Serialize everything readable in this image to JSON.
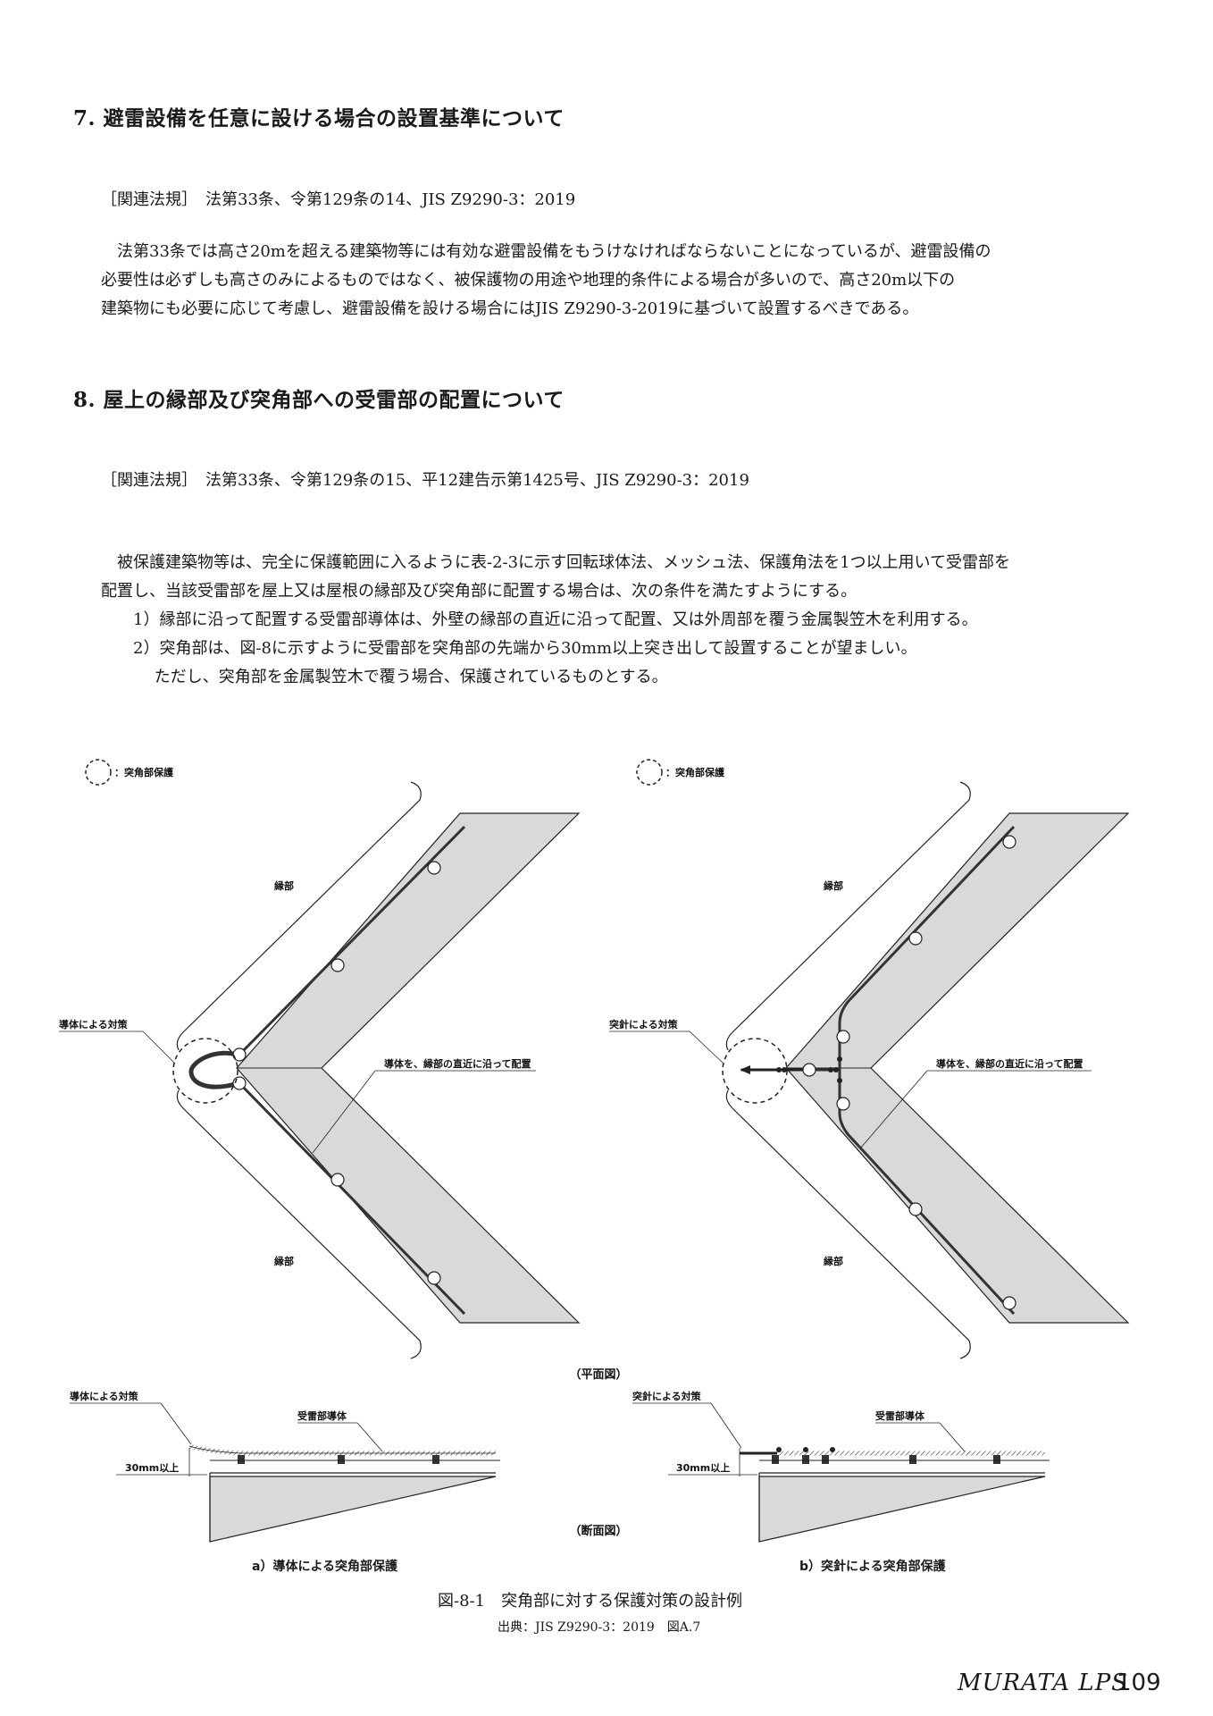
{
  "section7": {
    "heading": "7. 避雷設備を任意に設ける場合の設置基準について",
    "law": "［関連法規］　法第33条、令第129条の14、JIS Z9290-3：2019",
    "lines": [
      "　法第33条では高さ20mを超える建築物等には有効な避雷設備をもうけなければならないことになっているが、避雷設備の",
      "必要性は必ずしも高さのみによるものではなく、被保護物の用途や地理的条件による場合が多いので、高さ20m以下の",
      "建築物にも必要に応じて考慮し、避雷設備を設ける場合にはJIS Z9290-3-2019に基づいて設置するべきである。"
    ]
  },
  "section8": {
    "heading": "8. 屋上の縁部及び突角部への受雷部の配置について",
    "law": "［関連法規］　法第33条、令第129条の15、平12建告示第1425号、JIS Z9290-3：2019",
    "lines": [
      "　被保護建築物等は、完全に保護範囲に入るように表-2-3に示す回転球体法、メッシュ法、保護角法を1つ以上用いて受雷部を",
      "配置し、当該受雷部を屋上又は屋根の縁部及び突角部に配置する場合は、次の条件を満たすようにする。"
    ],
    "items": [
      "1）縁部に沿って配置する受雷部導体は、外壁の縁部の直近に沿って配置、又は外周部を覆う金属製笠木を利用する。",
      "2）突角部は、図-8に示すように受雷部を突角部の先端から30mm以上突き出して設置することが望ましい。",
      "　 ただし、突角部を金属製笠木で覆う場合、保護されているものとする。"
    ]
  },
  "figure": {
    "legend_a": "：突角部保護",
    "legend_b": "：突角部保護",
    "edge_top_a": "縁部",
    "edge_bottom_a": "縁部",
    "edge_top_b": "縁部",
    "edge_bottom_b": "縁部",
    "conductor_measure": "導体による対策",
    "spike_measure": "突針による対策",
    "along_edge_a": "導体を、縁部の直近に沿って配置",
    "along_edge_b": "導体を、縁部の直近に沿って配置",
    "plan_view": "（平面図）",
    "sec_conductor_measure": "導体による対策",
    "sec_spike_measure": "突針による対策",
    "sec_receiver_a": "受雷部導体",
    "sec_receiver_b": "受雷部導体",
    "sec_30mm_a": "30mm以上",
    "sec_30mm_b": "30mm以上",
    "section_view": "（断面図）",
    "caption_a": "a）導体による突角部保護",
    "caption_b": "b）突針による突角部保護",
    "caption": "図-8-1　突角部に対する保護対策の設計例",
    "source": "出典：JIS Z9290-3：2019　図A.7"
  },
  "footer": {
    "brand": "MURATA LPS",
    "page": "109"
  }
}
